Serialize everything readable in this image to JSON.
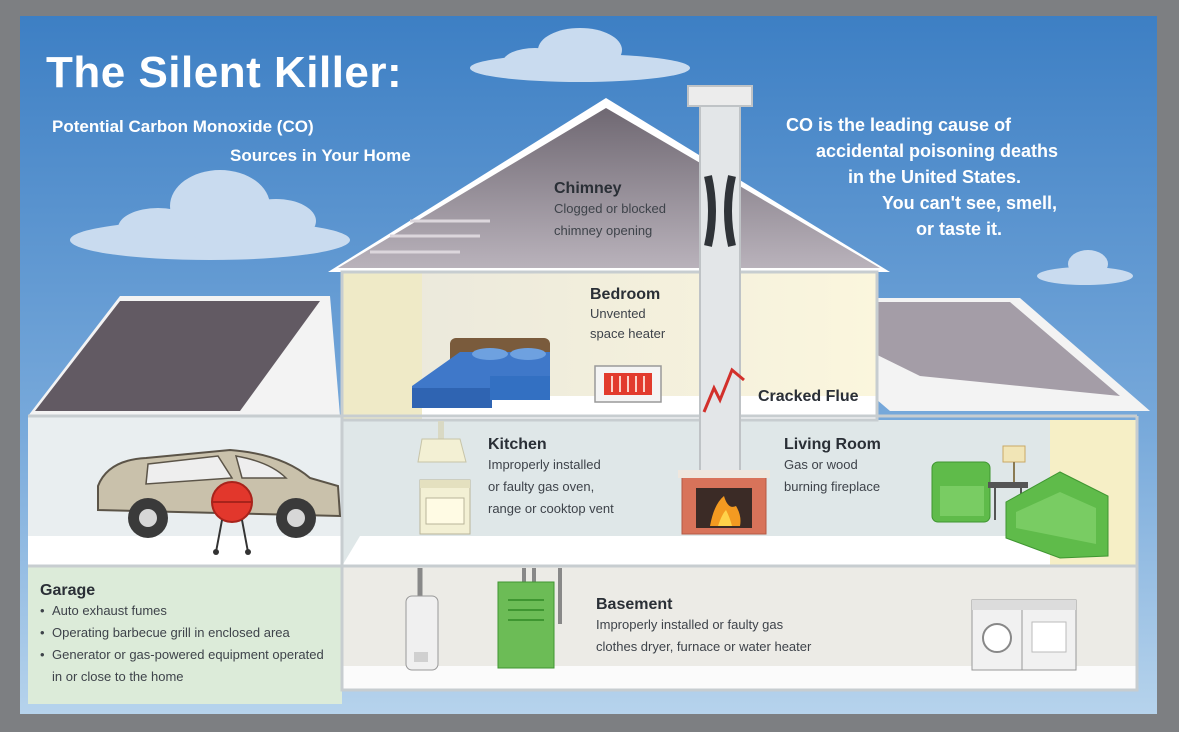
{
  "header": {
    "title": "The Silent Killer:",
    "subtitle_line1": "Potential Carbon Monoxide (CO)",
    "subtitle_line2": "Sources in Your Home"
  },
  "fact": {
    "lines": [
      "CO is the leading cause of",
      "accidental poisoning deaths",
      "in the United States.",
      "You can't see, smell,",
      "or taste it."
    ]
  },
  "sources": {
    "chimney": {
      "label": "Chimney",
      "desc": [
        "Clogged or blocked",
        "chimney opening"
      ]
    },
    "bedroom": {
      "label": "Bedroom",
      "desc": [
        "Unvented",
        "space heater"
      ]
    },
    "flue": {
      "label": "Cracked Flue"
    },
    "kitchen": {
      "label": "Kitchen",
      "desc": [
        "Improperly installed",
        "or faulty gas oven,",
        "range or cooktop vent"
      ]
    },
    "living_room": {
      "label": "Living Room",
      "desc": [
        "Gas or wood",
        "burning fireplace"
      ]
    },
    "basement": {
      "label": "Basement",
      "desc": [
        "Improperly installed or faulty gas",
        "clothes dryer, furnace or water heater"
      ]
    },
    "garage": {
      "label": "Garage",
      "items": [
        "Auto exhaust fumes",
        "Operating barbecue grill in enclosed area",
        "Generator or gas-powered equipment operated in or close to the home"
      ]
    }
  },
  "colors": {
    "sky_top": "#3d7fc4",
    "sky_bottom": "#a9cbe8",
    "roof": "#8f8893",
    "wall": "#f6efc6",
    "floor": "#ffffff",
    "appliance_green": "#69b94e",
    "heater_red": "#e23b2e"
  }
}
